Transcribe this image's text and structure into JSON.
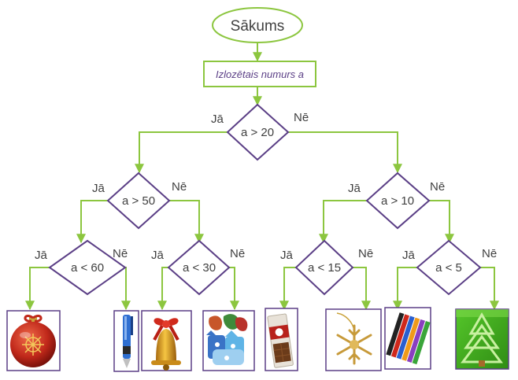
{
  "colors": {
    "connector": "#8cc63f",
    "start_stroke": "#8cc63f",
    "process_stroke": "#8cc63f",
    "decision_stroke": "#5b3f86",
    "text": "#404040",
    "process_text": "#5b3f86"
  },
  "flowchart": {
    "start": {
      "label": "Sākums"
    },
    "process": {
      "label": "Izlozētais numurs a"
    },
    "yes_label": "Jā",
    "no_label": "Nē",
    "decisions": {
      "root": "a > 20",
      "left": "a > 50",
      "right": "a > 10",
      "left_left": "a < 60",
      "left_right": "a < 30",
      "right_left": "a < 15",
      "right_right": "a < 5"
    },
    "outcomes": [
      {
        "id": "ornament-ball",
        "icon": "christmas-ornament-ball-icon"
      },
      {
        "id": "pen",
        "icon": "pen-icon"
      },
      {
        "id": "bell",
        "icon": "christmas-bell-icon"
      },
      {
        "id": "candies",
        "icon": "candies-icon"
      },
      {
        "id": "chocolate-bar",
        "icon": "chocolate-bar-icon"
      },
      {
        "id": "snowflake",
        "icon": "snowflake-ornament-icon"
      },
      {
        "id": "markers",
        "icon": "markers-icon"
      },
      {
        "id": "card",
        "icon": "christmas-tree-card-icon"
      }
    ]
  }
}
